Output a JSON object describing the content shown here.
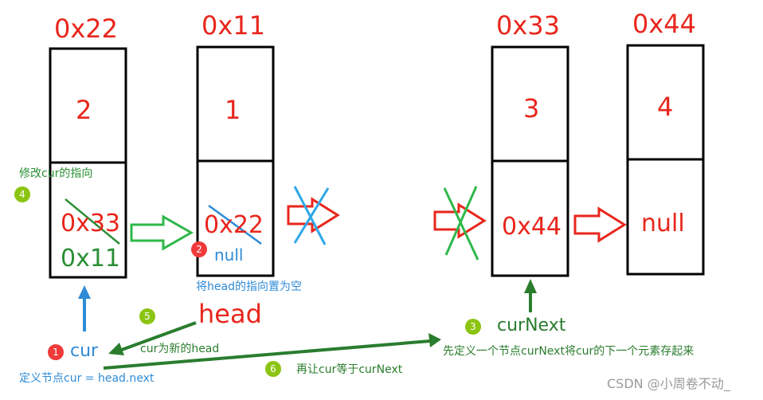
{
  "nodes": [
    {
      "address": "0x22",
      "value": "2",
      "next": "0x33",
      "next_new": "0x11"
    },
    {
      "address": "0x11",
      "value": "1",
      "next": "0x22",
      "next_new": "null"
    },
    {
      "address": "0x33",
      "value": "3",
      "next": "0x44"
    },
    {
      "address": "0x44",
      "value": "4",
      "next": "null"
    }
  ],
  "labels": {
    "head": "head",
    "cur": "cur",
    "curNext": "curNext",
    "change_cur": "修改cur的指向",
    "set_null": "将head的指向置为空",
    "cur_new_head": "cur为新的head",
    "define_cur": "定义节点cur = head.next",
    "let_cur": "再让cur等于curNext",
    "define_curnext": "先定义一个节点curNext将cur的下一个元素存起来",
    "watermark": "CSDN @小周卷不动_"
  },
  "steps": [
    "1",
    "2",
    "3",
    "4",
    "5",
    "6"
  ],
  "colors": {
    "red": "#e8261c",
    "green": "#2a8f35",
    "blue": "#2f8bd6",
    "lime": "#8cc412",
    "box": "#000000"
  }
}
